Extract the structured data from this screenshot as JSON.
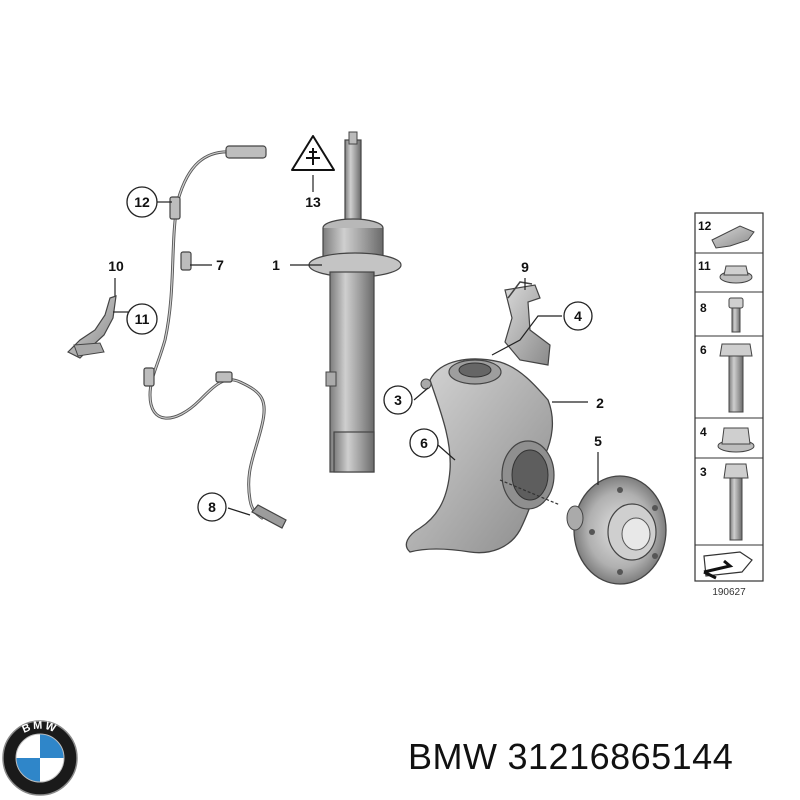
{
  "diagram": {
    "callouts": {
      "n1": "1",
      "n2": "2",
      "n3": "3",
      "n4": "4",
      "n5": "5",
      "n6": "6",
      "n7": "7",
      "n8": "8",
      "n9": "9",
      "n10": "10",
      "n11": "11",
      "n12": "12",
      "n13": "13"
    },
    "legend": {
      "items": [
        "12",
        "11",
        "8",
        "6",
        "4",
        "3"
      ]
    },
    "figure_number": "190627"
  },
  "caption": {
    "brand": "BMW",
    "part_number": "31216865144"
  },
  "logo": {
    "text": "BMW",
    "colors": {
      "ring": "#1a1a1a",
      "blue": "#2f86c9",
      "white": "#ffffff"
    }
  }
}
